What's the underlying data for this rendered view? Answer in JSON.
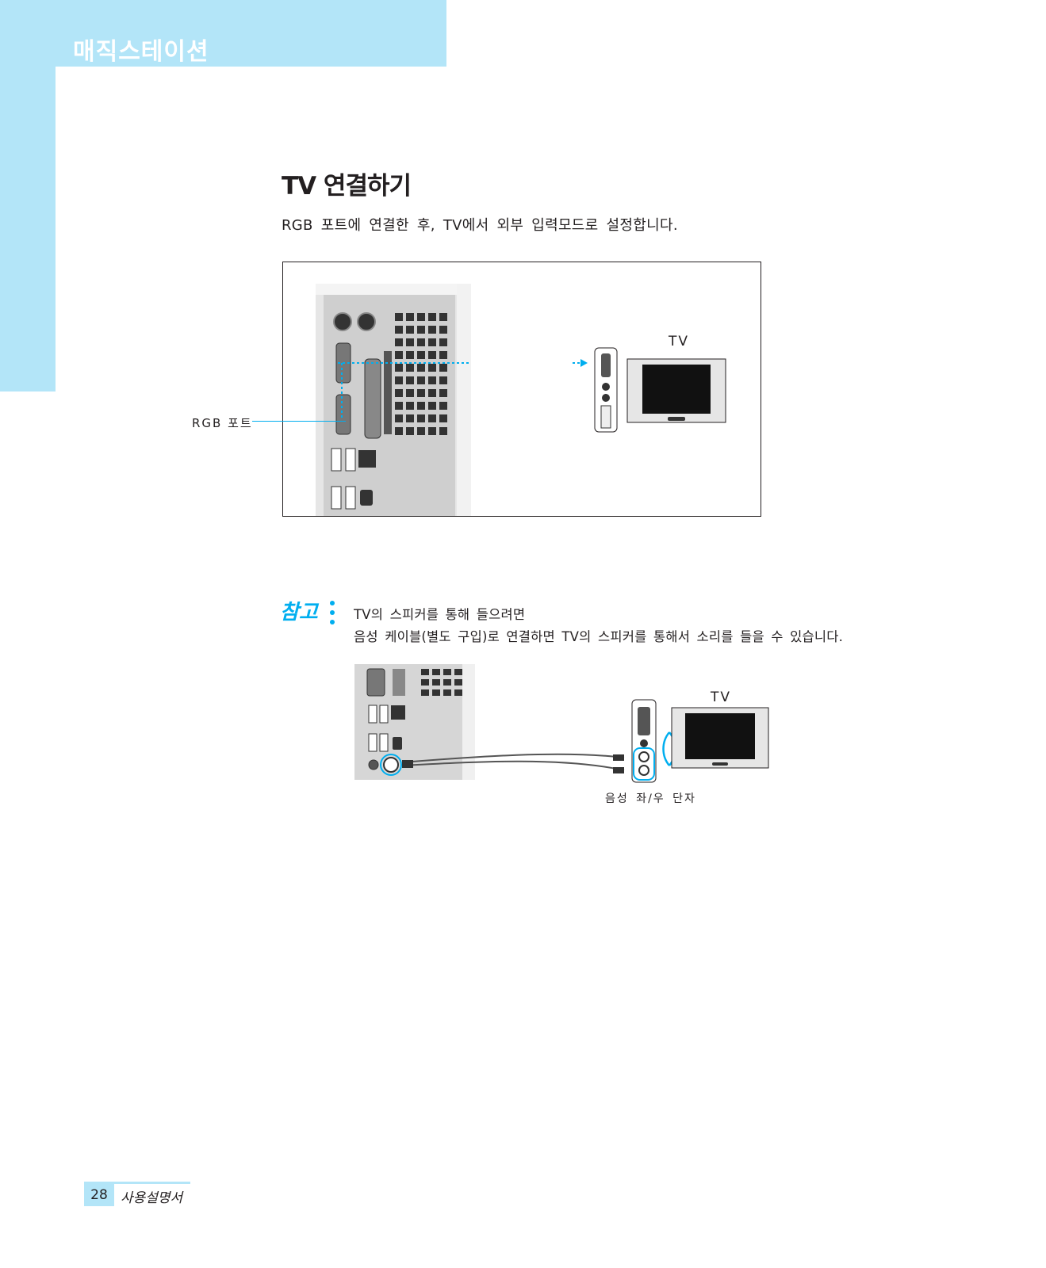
{
  "header": {
    "brand": "매직스테이션"
  },
  "section": {
    "title": "TV 연결하기",
    "intro": "RGB 포트에 연결한 후, TV에서 외부 입력모드로 설정합니다."
  },
  "figure1": {
    "tv_label": "TV",
    "rgb_label": "RGB 포트"
  },
  "note": {
    "icon_label": "참고",
    "line1": "TV의 스피커를 통해 들으려면",
    "line2": "음성 케이블(별도 구입)로 연결하면 TV의 스피커를 통해서 소리를 들을 수 있습니다."
  },
  "figure2": {
    "tv_label": "TV",
    "audio_label": "음성 좌/우 단자"
  },
  "footer": {
    "page_number": "28",
    "title": "사용설명서"
  },
  "colors": {
    "accent": "#00aeef",
    "band": "#b3e5f8",
    "text": "#231f20"
  }
}
